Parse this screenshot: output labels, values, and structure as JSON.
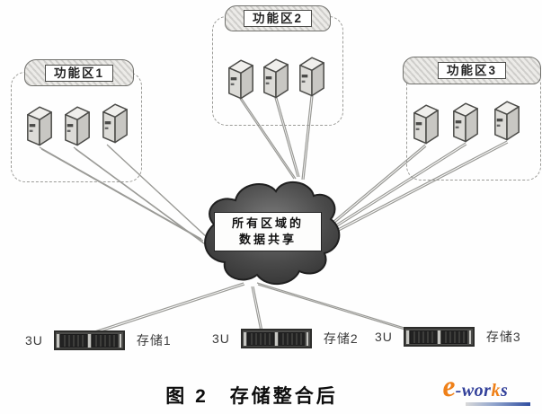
{
  "figure": {
    "caption": "图 2　存储整合后"
  },
  "zones": [
    {
      "label": "功能区1"
    },
    {
      "label": "功能区2"
    },
    {
      "label": "功能区3"
    }
  ],
  "cloud": {
    "line1": "所有区域的",
    "line2": "数据共享"
  },
  "storages": [
    {
      "size_label": "3U",
      "name": "存储1"
    },
    {
      "size_label": "3U",
      "name": "存储2"
    },
    {
      "size_label": "3U",
      "name": "存储3"
    }
  ],
  "connections": [
    {
      "from": "zone1-server1",
      "to": "shared-cloud"
    },
    {
      "from": "zone1-server2",
      "to": "shared-cloud"
    },
    {
      "from": "zone1-server3",
      "to": "shared-cloud"
    },
    {
      "from": "zone2-server1",
      "to": "shared-cloud"
    },
    {
      "from": "zone2-server2",
      "to": "shared-cloud"
    },
    {
      "from": "zone2-server3",
      "to": "shared-cloud"
    },
    {
      "from": "zone3-server1",
      "to": "shared-cloud"
    },
    {
      "from": "zone3-server2",
      "to": "shared-cloud"
    },
    {
      "from": "zone3-server3",
      "to": "shared-cloud"
    },
    {
      "from": "shared-cloud",
      "to": "storage1"
    },
    {
      "from": "shared-cloud",
      "to": "storage2"
    },
    {
      "from": "shared-cloud",
      "to": "storage3"
    }
  ],
  "logo": {
    "e": "e",
    "part1": "-wor",
    "k": "k",
    "part2": "s"
  },
  "colors": {
    "cloud_fill_dark": "#2e2e2e",
    "cloud_fill_light": "#7a7a7a",
    "connection_line": "#9a9a96",
    "logo_orange": "#ef8018",
    "logo_blue": "#32409a"
  }
}
